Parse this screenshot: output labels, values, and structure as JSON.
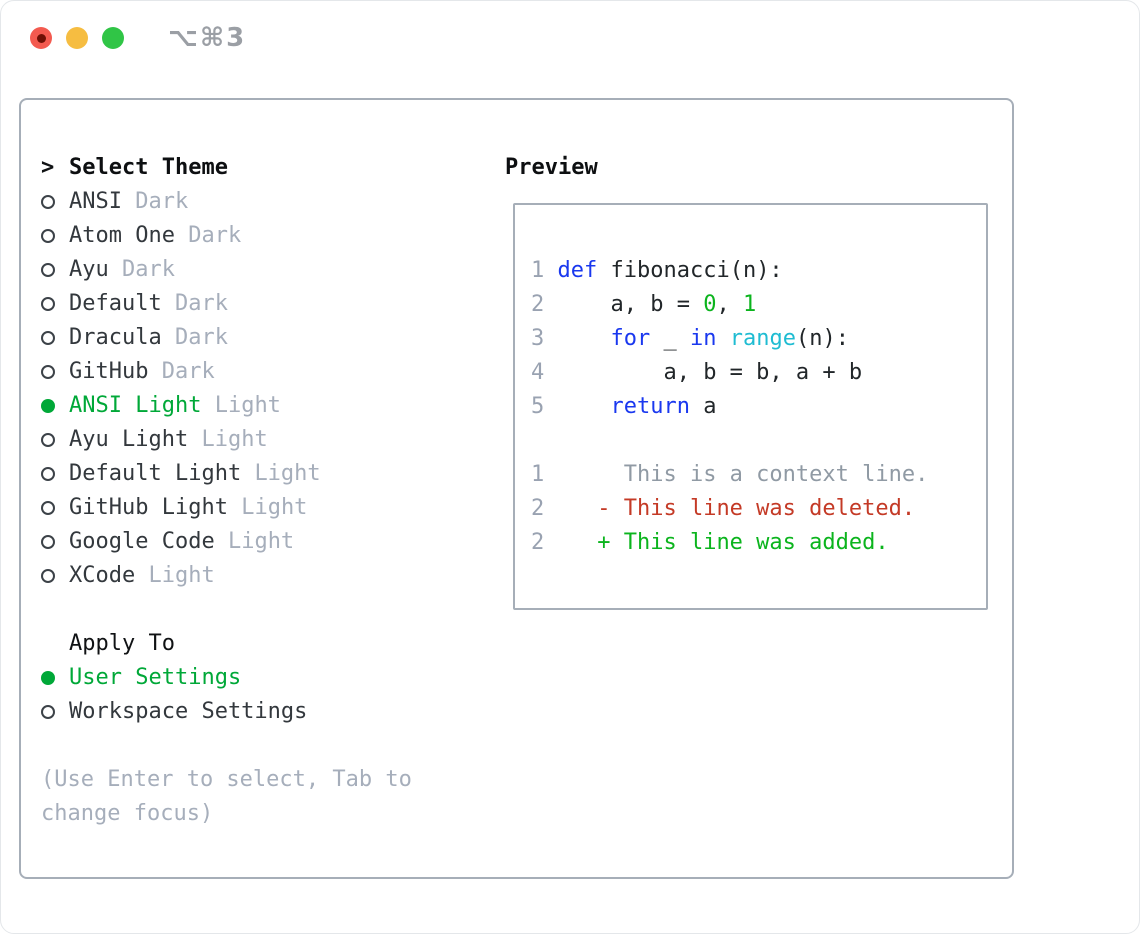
{
  "window": {
    "title": "⌥⌘3",
    "controls": [
      {
        "icon": "close-icon",
        "color": "#f35a4f"
      },
      {
        "icon": "minimize-icon",
        "color": "#f6bd41"
      },
      {
        "icon": "zoom-icon",
        "color": "#30c546"
      }
    ]
  },
  "theme_panel": {
    "header": {
      "prefix": ">",
      "label": "Select Theme"
    },
    "themes": [
      {
        "name": "ANSI",
        "variant": "Dark",
        "selected": false
      },
      {
        "name": "Atom One",
        "variant": "Dark",
        "selected": false
      },
      {
        "name": "Ayu",
        "variant": "Dark",
        "selected": false
      },
      {
        "name": "Default",
        "variant": "Dark",
        "selected": false
      },
      {
        "name": "Dracula",
        "variant": "Dark",
        "selected": false
      },
      {
        "name": "GitHub",
        "variant": "Dark",
        "selected": false
      },
      {
        "name": "ANSI Light",
        "variant": "Light",
        "selected": true
      },
      {
        "name": "Ayu Light",
        "variant": "Light",
        "selected": false
      },
      {
        "name": "Default Light",
        "variant": "Light",
        "selected": false
      },
      {
        "name": "GitHub Light",
        "variant": "Light",
        "selected": false
      },
      {
        "name": "Google Code",
        "variant": "Light",
        "selected": false
      },
      {
        "name": "XCode",
        "variant": "Light",
        "selected": false
      }
    ],
    "apply_to": {
      "label": "Apply To",
      "options": [
        {
          "name": "User Settings",
          "selected": true
        },
        {
          "name": "Workspace Settings",
          "selected": false
        }
      ]
    },
    "help_lines": [
      "(Use Enter to select, Tab to",
      "change focus)"
    ]
  },
  "preview": {
    "title": "Preview",
    "lines": [
      {
        "num": "1",
        "segments": [
          {
            "text": "def",
            "type": "keyword"
          },
          {
            "text": " fibonacci(n):",
            "type": "plain"
          }
        ]
      },
      {
        "num": "2",
        "segments": [
          {
            "text": "    a, b = ",
            "type": "plain"
          },
          {
            "text": "0",
            "type": "number"
          },
          {
            "text": ", ",
            "type": "plain"
          },
          {
            "text": "1",
            "type": "number"
          }
        ]
      },
      {
        "num": "3",
        "segments": [
          {
            "text": "    ",
            "type": "plain"
          },
          {
            "text": "for",
            "type": "keyword"
          },
          {
            "text": " _ ",
            "type": "plain"
          },
          {
            "text": "in",
            "type": "keyword"
          },
          {
            "text": " ",
            "type": "plain"
          },
          {
            "text": "range",
            "type": "builtin"
          },
          {
            "text": "(n):",
            "type": "plain"
          }
        ]
      },
      {
        "num": "4",
        "segments": [
          {
            "text": "        a, b = b, a + b",
            "type": "plain"
          }
        ]
      },
      {
        "num": "5",
        "segments": [
          {
            "text": "    ",
            "type": "plain"
          },
          {
            "text": "return",
            "type": "keyword"
          },
          {
            "text": " a",
            "type": "plain"
          }
        ]
      },
      {
        "num": "",
        "segments": []
      },
      {
        "num": "1",
        "segments": [
          {
            "text": "     This is a context line.",
            "type": "context"
          }
        ]
      },
      {
        "num": "2",
        "segments": [
          {
            "text": "   - This line was deleted.",
            "type": "deleted"
          }
        ]
      },
      {
        "num": "2",
        "segments": [
          {
            "text": "   + This line was added.",
            "type": "added"
          }
        ]
      }
    ]
  },
  "colors": {
    "selection_green": "#00a838",
    "keyword_blue": "#1a38ef",
    "builtin_cyan": "#1fbcd2",
    "number_green": "#0bb41d",
    "added_green": "#0bb41d",
    "deleted_red": "#c43a26",
    "dim_gray": "#a6aebb",
    "line_number_gray": "#99a2b1",
    "border_gray": "#a6aeb8",
    "traffic_red": "#f35a4f",
    "traffic_yellow": "#f6bd41",
    "traffic_green": "#30c546"
  }
}
